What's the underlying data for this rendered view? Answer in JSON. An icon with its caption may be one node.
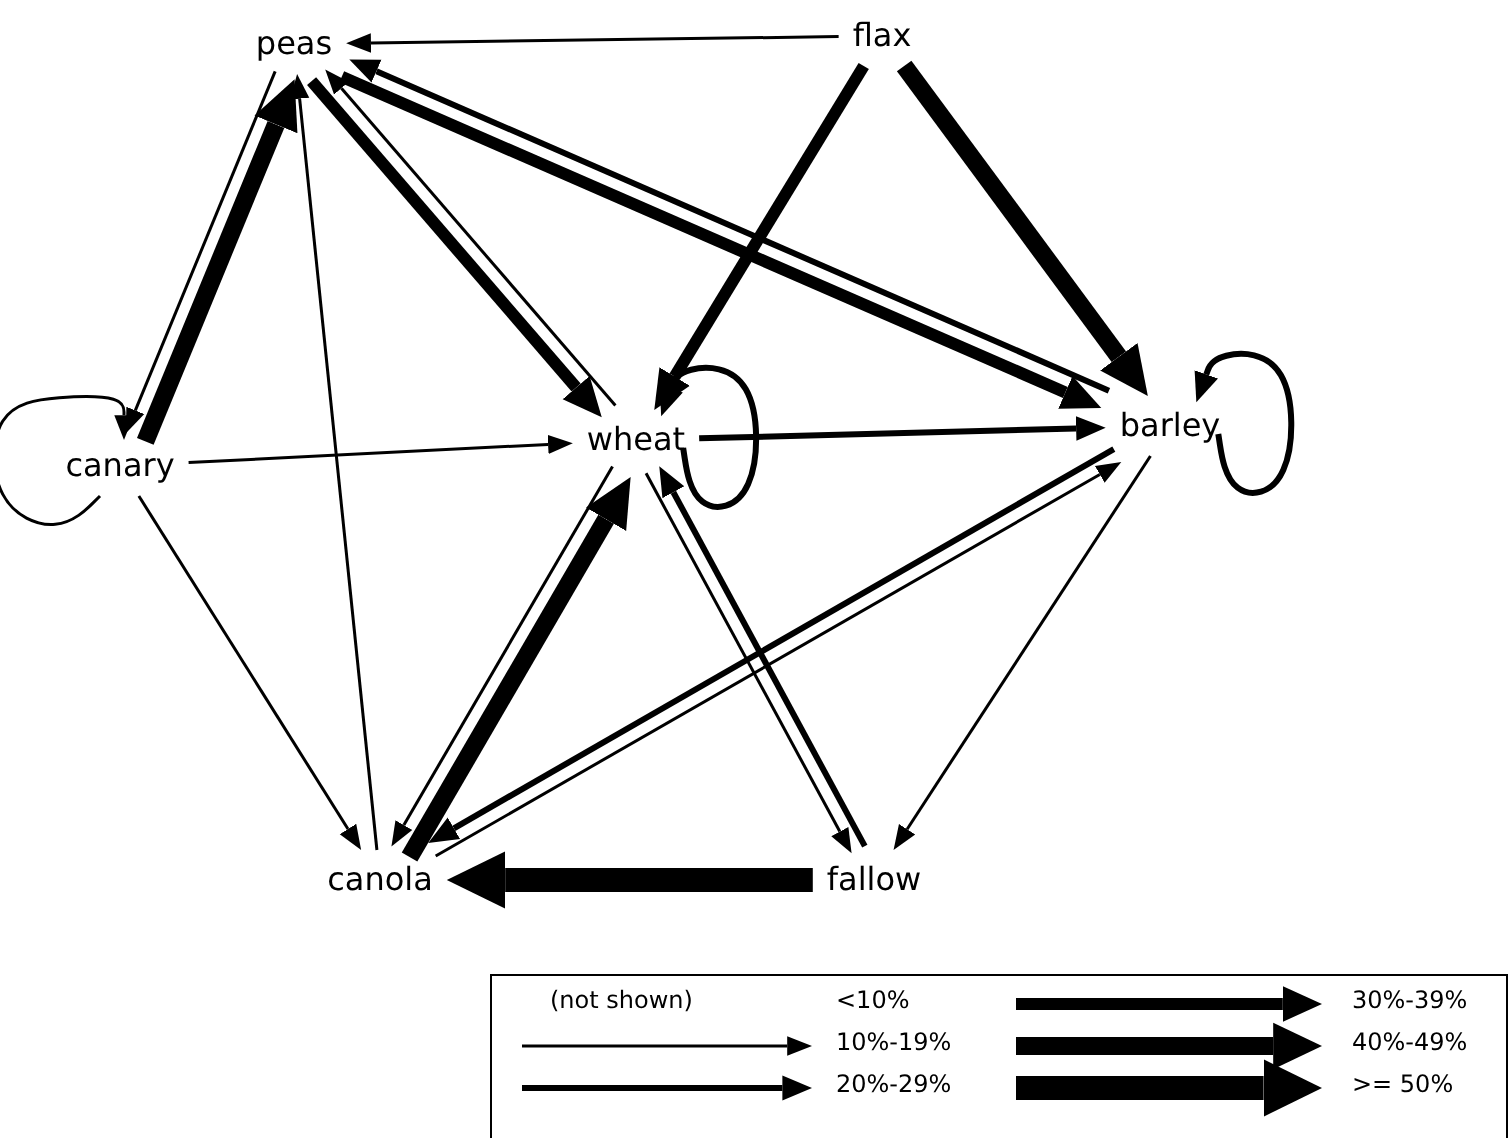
{
  "diagram": {
    "nodes": [
      {
        "text": [
          "peas"
        ]
      },
      {
        "text": [
          "flax"
        ]
      },
      {
        "text": [
          "canary"
        ]
      },
      {
        "text": [
          "wheat"
        ]
      },
      {
        "text": [
          "barley"
        ]
      },
      {
        "text": [
          "canola"
        ]
      },
      {
        "text": [
          "fallow"
        ]
      }
    ],
    "edges": [
      {
        "from": 1,
        "to": 0,
        "arrow": "to"
      },
      {
        "from": 1,
        "to": 3,
        "arrow": "to",
        "style": "thick"
      },
      {
        "from": 1,
        "to": 4,
        "arrow": "to",
        "style": "thick"
      },
      {
        "from": 0,
        "to": 3,
        "arrow": "to",
        "style": "thick"
      },
      {
        "from": 3,
        "to": 0,
        "arrow": "to"
      },
      {
        "from": 0,
        "to": 4,
        "arrow": "to",
        "style": "thick"
      },
      {
        "from": 4,
        "to": 0,
        "arrow": "to"
      },
      {
        "from": 2,
        "to": 0,
        "arrow": "to",
        "style": "thick"
      },
      {
        "from": 0,
        "to": 2,
        "arrow": "to"
      },
      {
        "from": 5,
        "to": 0,
        "arrow": "to"
      },
      {
        "from": 2,
        "to": 2,
        "arrow": "to"
      },
      {
        "from": 2,
        "to": 3,
        "arrow": "to"
      },
      {
        "from": 2,
        "to": 5,
        "arrow": "to"
      },
      {
        "from": 3,
        "to": 3,
        "arrow": "to"
      },
      {
        "from": 3,
        "to": 4,
        "arrow": "to"
      },
      {
        "from": 4,
        "to": 4,
        "arrow": "to"
      },
      {
        "from": 3,
        "to": 5,
        "arrow": "to"
      },
      {
        "from": 5,
        "to": 3,
        "arrow": "to",
        "style": "thick"
      },
      {
        "from": 4,
        "to": 5,
        "arrow": "to"
      },
      {
        "from": 5,
        "to": 4,
        "arrow": "to"
      },
      {
        "from": 3,
        "to": 6,
        "arrow": "to"
      },
      {
        "from": 6,
        "to": 3,
        "arrow": "to"
      },
      {
        "from": 4,
        "to": 6,
        "arrow": "to"
      },
      {
        "from": 6,
        "to": 5,
        "arrow": "to",
        "style": "thick"
      }
    ],
    "labels": [
      "(not shown)"
    ],
    "legend": [
      {
        "text": "<10%"
      },
      {
        "text": "10%-19%"
      },
      {
        "text": "20%-29%"
      },
      {
        "text": "30%-39%"
      },
      {
        "text": "40%-49%"
      },
      {
        "text": ">= 50%"
      }
    ]
  }
}
